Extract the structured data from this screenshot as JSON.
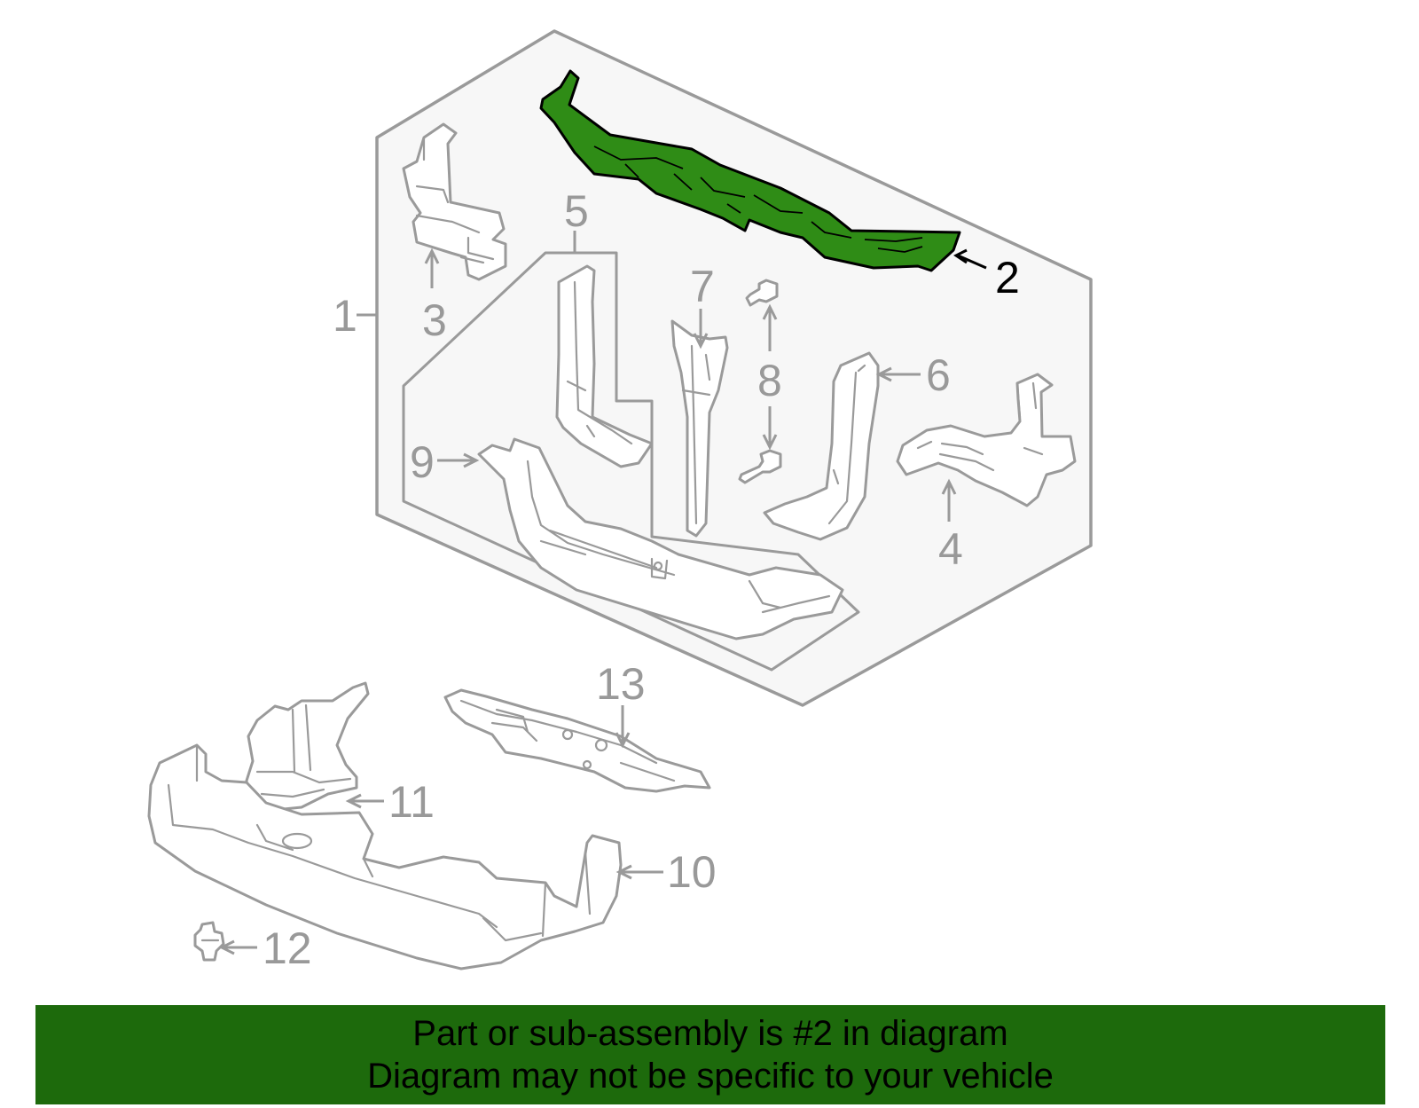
{
  "diagram": {
    "callouts": [
      {
        "id": "1",
        "label": "1"
      },
      {
        "id": "2",
        "label": "2",
        "highlighted": true
      },
      {
        "id": "3",
        "label": "3"
      },
      {
        "id": "4",
        "label": "4"
      },
      {
        "id": "5",
        "label": "5"
      },
      {
        "id": "6",
        "label": "6"
      },
      {
        "id": "7",
        "label": "7"
      },
      {
        "id": "8",
        "label": "8"
      },
      {
        "id": "9",
        "label": "9"
      },
      {
        "id": "10",
        "label": "10"
      },
      {
        "id": "11",
        "label": "11"
      },
      {
        "id": "12",
        "label": "12"
      },
      {
        "id": "13",
        "label": "13"
      }
    ]
  },
  "colors": {
    "highlight_part": "#2f8c16",
    "banner": "#1d6a0c",
    "line": "#9a9a9a",
    "box_fill": "#f7f7f7"
  },
  "caption": {
    "line1": "Part or sub-assembly is #2 in diagram",
    "line2": "Diagram may not be specific to your vehicle"
  }
}
